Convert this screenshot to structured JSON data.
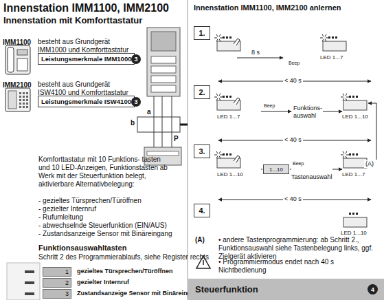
{
  "diagram": {
    "title": "Innenstation IMM1100, IMM2100",
    "nodes": [
      {
        "text": [
          "Leistungsmerkmale IMM1000"
        ]
      },
      {
        "text": [
          "3"
        ]
      },
      {
        "text": [
          "Leistungsmerkmale ISW4100"
        ]
      },
      {
        "text": [
          "3"
        ]
      },
      {
        "text": [
          "1."
        ]
      },
      {
        "text": [
          "2."
        ]
      },
      {
        "text": [
          "3."
        ]
      },
      {
        "text": [
          "4."
        ]
      },
      {
        "text": [
          "1...10"
        ]
      },
      {
        "text": [
          "1"
        ]
      },
      {
        "text": [
          "2"
        ]
      },
      {
        "text": [
          "3"
        ]
      },
      {
        "text": [
          "Steuerfunktion"
        ]
      },
      {
        "text": [
          "4"
        ],
        "in": 12
      }
    ],
    "labels": [
      "Innenstation mit Komforttastatur",
      "IMM1100",
      "besteht aus Grundgerät IMM1000 und Komforttastatur",
      "IMM2100",
      "besteht aus Grundgerät ISW4100 und Komforttastatur",
      "a",
      "b",
      "P",
      "Komforttastatur mit 10 Funktions- tasten und 10 LED-Anzeigen, Funktionstasten ab Werk mit der Steuerfunktion belegt, aktivierbare Alternativbelegung:",
      "- gezieltes Türsprechen/Türöffnen",
      "- gezielter Internruf",
      "- Rufumleitung",
      "- abwechselnde Steuerfunktion (EIN/AUS)",
      "- Zustandsanzeige Sensor mit Binäreingang",
      "Funktionsauswahltasten",
      "Schritt 2 des Programmierablaufs, siehe Register rechts",
      "gezieltes Türsprechen/Türöffnen",
      "gezielter Internruf",
      "Zustandsanzeige Sensor mit Binäreingang",
      "Innenstation IMM1100, IMM2100 anlernen",
      "8 s",
      "Beep",
      "LED 1...7",
      "< 40 s",
      "Funktions- auswahl",
      "LED 1...7",
      "LED 1...10",
      "Beep",
      "< 40 s",
      "LED 1...10",
      "Beep",
      "Tastenauswahl",
      "LED 1...7",
      "(A)",
      "< 40 s",
      "LED 1...10",
      "(A)",
      "• andere Tastenprogrammierung: ab Schritt 2., Funktionsauswahl siehe Tastenbelegung links, ggf. Zielgerät aktivieren",
      "• Programmiermodus endet nach 40 s Nichtbedienung"
    ]
  }
}
